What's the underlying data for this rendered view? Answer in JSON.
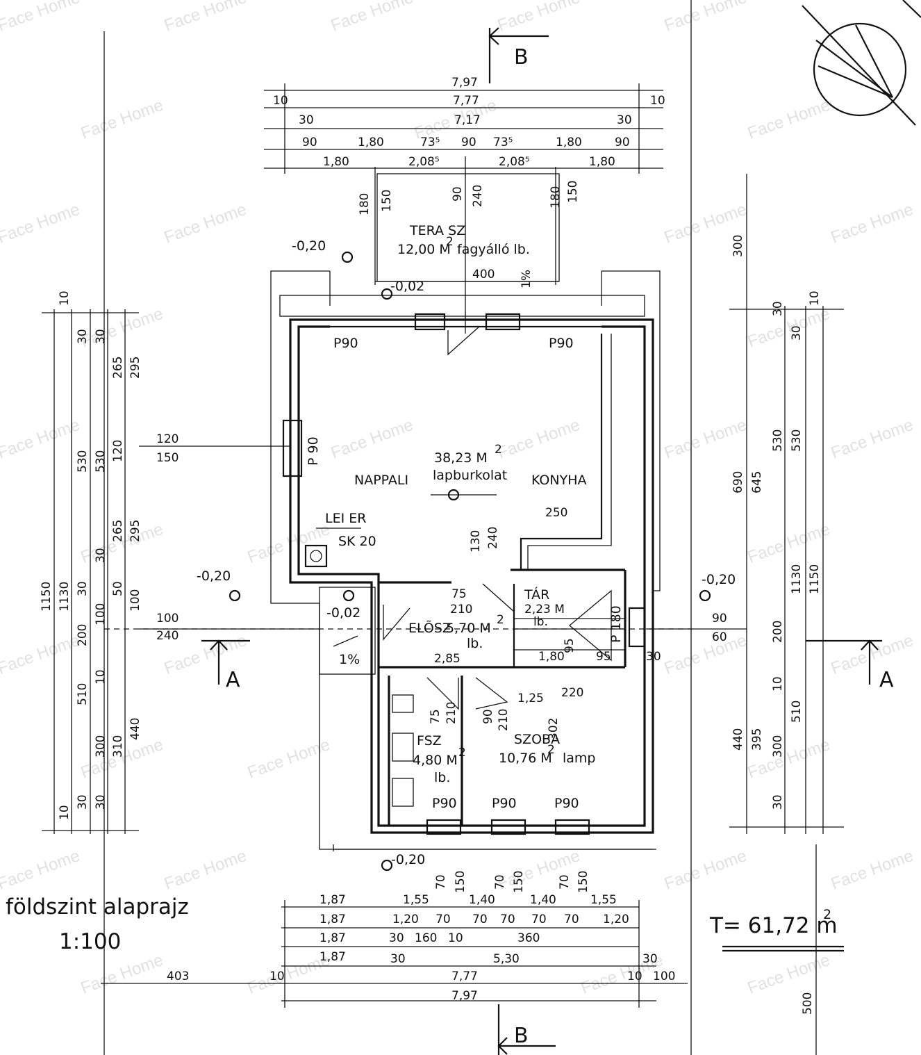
{
  "drawing": {
    "title": "földszint alaprajz",
    "scale": "1:100",
    "total_area": "T= 61,72 m",
    "total_area_sup": "2",
    "watermark": "Face Home",
    "section_b": "B",
    "section_a": "A"
  },
  "rooms": {
    "terasz_name": "TERA SZ",
    "terasz_area": "12,00 M",
    "terasz_finish": "fagyálló lb.",
    "main_area": "38,23 M",
    "main_finish": "lapburkolat",
    "nappali": "NAPPALI",
    "konyha": "KONYHA",
    "leier": "LEI ER",
    "sk20": "SK 20",
    "elosz_name": "ELÕSZ",
    "elosz_area": "5,70 M",
    "elosz_finish": "lb.",
    "tar_name": "TÁR",
    "tar_area": "2,23 M",
    "tar_finish": "lb.",
    "fsz_name": "FSZ",
    "fsz_area": "4,80 M",
    "fsz_finish": "lb.",
    "szoba_name": "SZOBA",
    "szoba_area": "10,76 M",
    "szoba_finish": "lamp",
    "sq": "2"
  },
  "levels": {
    "terrace": "-0,20",
    "door": "-0,02",
    "left": "-0,20",
    "right": "-0,20",
    "entry": "-0,02",
    "bottom": "-0,20",
    "slope": "1%"
  },
  "windows": {
    "p90_a": "P90",
    "p90_b": "P90",
    "p90_side": "P 90",
    "p90_c": "P90",
    "p90_d": "P90",
    "p90_e": "P90",
    "p180": "P 180"
  },
  "top_dims": {
    "r1": "7,97",
    "r2_side": "10",
    "r2": "7,77",
    "r3_side": "30",
    "r3": "7,17",
    "r4": [
      "90",
      "1,80",
      "73⁵",
      "90",
      "73⁵",
      "1,80",
      "90"
    ],
    "r5": [
      "1,80",
      "2,08⁵",
      "2,08⁵",
      "1,80"
    ],
    "v": [
      "180",
      "150",
      "90",
      "240",
      "180",
      "150"
    ],
    "door400": "400",
    "d170": "1%"
  },
  "left_dims": {
    "outer": [
      "1150",
      "1130"
    ],
    "col3": [
      "530",
      "530"
    ],
    "col4": [
      "265",
      "295",
      "120",
      "150",
      "265",
      "295"
    ],
    "small": [
      "10",
      "30",
      "30",
      "30",
      "30",
      "50",
      "100",
      "100",
      "200",
      "10",
      "510",
      "440",
      "300",
      "310",
      "30",
      "30",
      "10"
    ],
    "mid": [
      "120",
      "150",
      "100",
      "240"
    ]
  },
  "right_dims": {
    "col1": [
      "300",
      "690",
      "645",
      "440",
      "395",
      "300"
    ],
    "col2": [
      "530",
      "530",
      "30",
      "30",
      "1130",
      "1150",
      "10",
      "510",
      "200",
      "30",
      "10"
    ],
    "mid": [
      "90",
      "60"
    ]
  },
  "inner_dims": {
    "kitchen": "250",
    "d130": "130",
    "d240": "240",
    "d75": "75",
    "d210": "210",
    "d285": "2,85",
    "d180": "1,80",
    "d95a": "95",
    "d95b": "95",
    "d30": "30",
    "d125": "1,25",
    "d220": "220",
    "d75b": "75",
    "d210b": "210",
    "d90": "90",
    "d210c": "210",
    "d302": "302"
  },
  "bottom_dims": {
    "v": [
      "70",
      "150",
      "70",
      "150",
      "70",
      "150"
    ],
    "r1": [
      "1,87",
      "1,55",
      "1,40",
      "1,40",
      "1,55"
    ],
    "r2": [
      "1,87",
      "1,20",
      "70",
      "70",
      "70",
      "70",
      "70",
      "1,20"
    ],
    "r3": [
      "1,87",
      "30",
      "160",
      "10",
      "360"
    ],
    "r4": [
      "1,87",
      "30",
      "5,30",
      "30"
    ],
    "r5": [
      "403",
      "10",
      "7,77",
      "10",
      "100"
    ],
    "r6": "7,97",
    "right": "500"
  }
}
